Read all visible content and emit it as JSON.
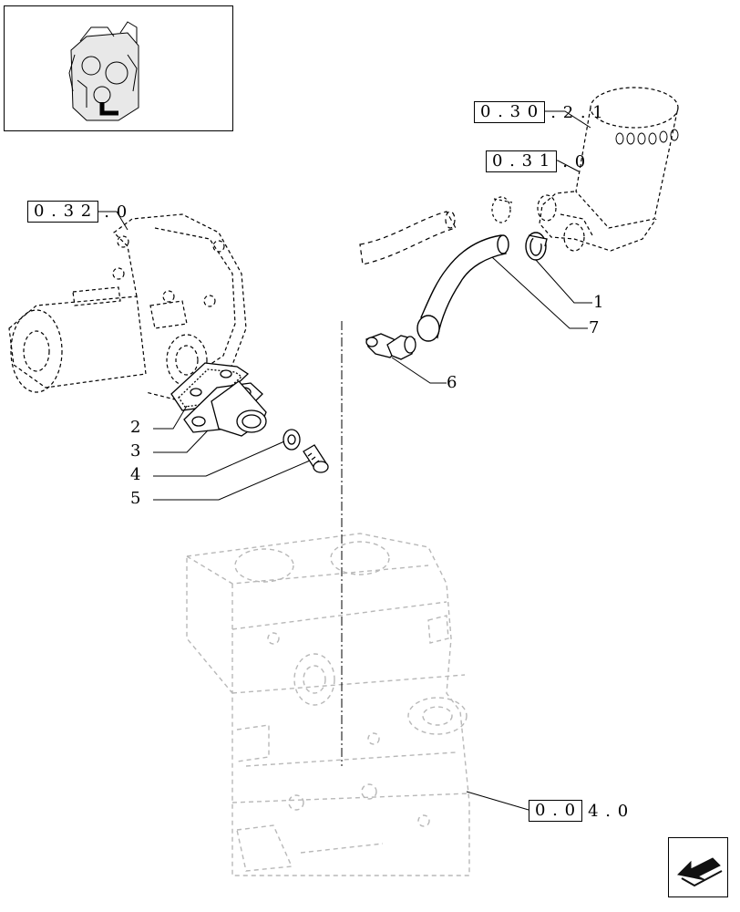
{
  "refs": {
    "air_filter": {
      "boxed": "0 . 3 0",
      "rest": ". 2 . 1"
    },
    "air_filter_body": {
      "boxed": "0 . 3 1",
      "rest": ". 0"
    },
    "water_pump": {
      "boxed": "0 . 3 2",
      "rest": ". 0"
    },
    "engine_block": {
      "boxed": "0 . 0",
      "rest": "4 . 0"
    }
  },
  "callouts": {
    "c1": "1",
    "c2": "2",
    "c3": "3",
    "c4": "4",
    "c5": "5",
    "c6": "6",
    "c7": "7"
  },
  "colors": {
    "line": "#000000",
    "faded": "#b8b8b8",
    "arrow": "#111111"
  },
  "icons": {
    "nav": "arrow-back-icon",
    "thumbnail": "engine-thumbnail-icon"
  }
}
